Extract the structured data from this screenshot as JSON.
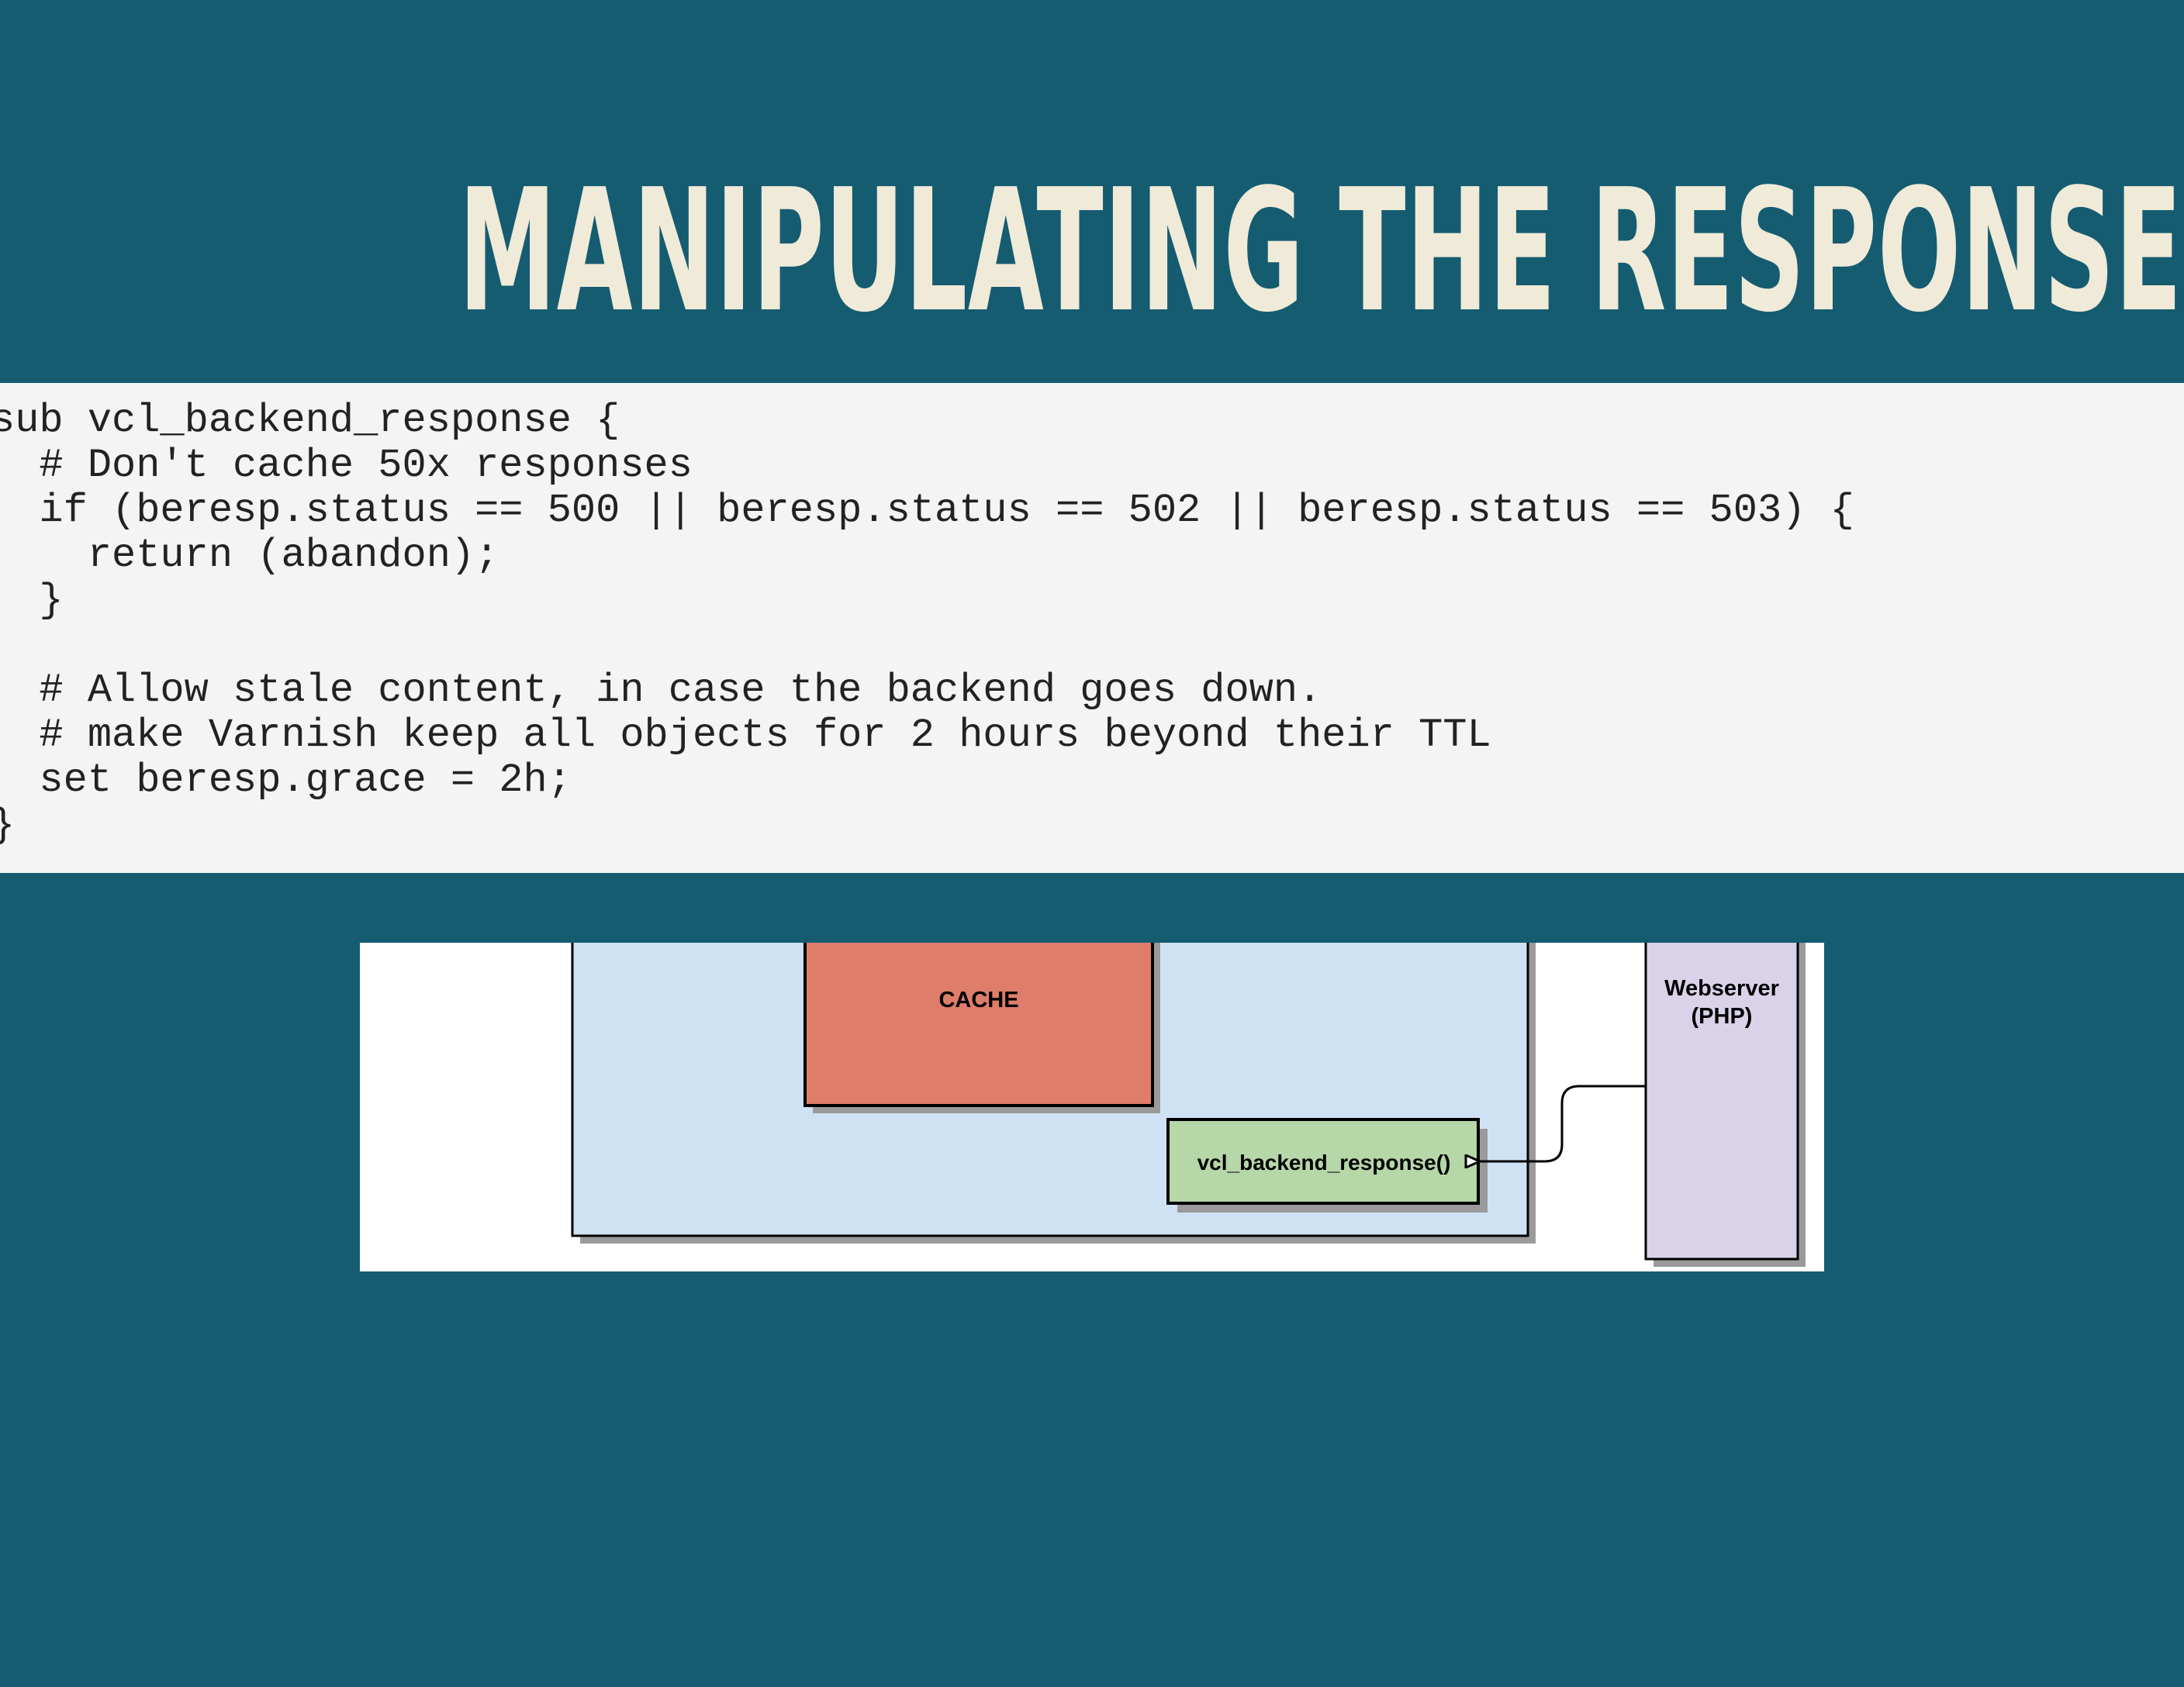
{
  "slide": {
    "title": "MANIPULATING THE RESPONSE"
  },
  "code": {
    "lines": [
      "sub vcl_backend_response {",
      "  # Don't cache 50x responses",
      "  if (beresp.status == 500 || beresp.status == 502 || beresp.status == 503) {",
      "    return (abandon);",
      "  }",
      "",
      "  # Allow stale content, in case the backend goes down.",
      "  # make Varnish keep all objects for 2 hours beyond their TTL",
      "  set beresp.grace = 2h;",
      "}"
    ]
  },
  "diagram": {
    "cache_label": "CACHE",
    "subroutine_label": "vcl_backend_response()",
    "webserver_label_line1": "Webserver",
    "webserver_label_line2": "(PHP)",
    "colors": {
      "background": "#155c71",
      "title": "#f0ead8",
      "code_panel": "#f4f4f4",
      "varnish_box": "#cfe2f3",
      "cache_box": "#df7d6b",
      "subroutine_box": "#b6d7a8",
      "webserver_box": "#d9d2e9",
      "shadow": "#9a9a9a"
    }
  }
}
